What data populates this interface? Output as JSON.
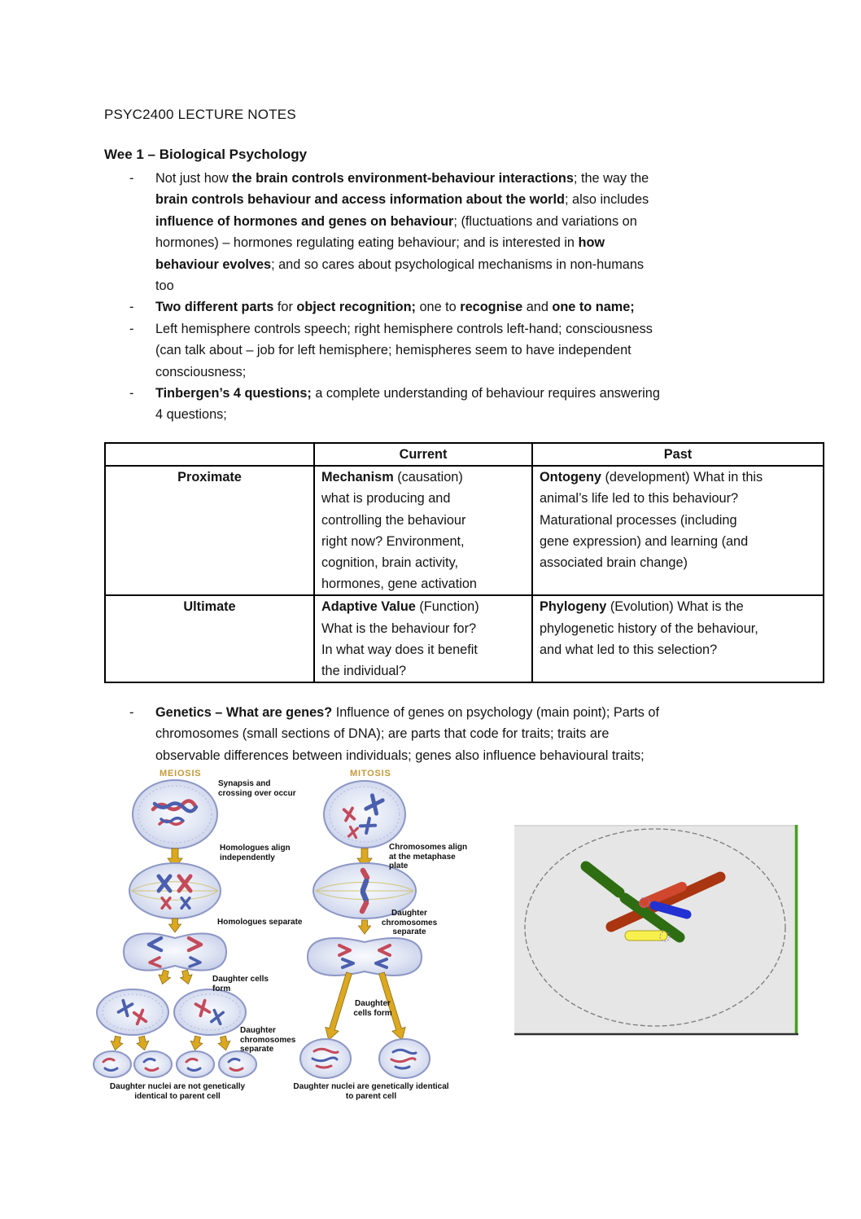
{
  "document": {
    "title": "PSYC2400 LECTURE NOTES",
    "heading": "Wee 1 – Biological Psychology"
  },
  "list_marker": "-",
  "bullets": [
    {
      "segments": [
        {
          "t": "Not just how ",
          "b": false
        },
        {
          "t": "the brain controls environment-behaviour interactions",
          "b": true
        },
        {
          "t": "; the way the",
          "b": false
        },
        {
          "br": true
        },
        {
          "t": "brain controls behaviour and access information about the world",
          "b": true
        },
        {
          "t": "; also includes",
          "b": false
        },
        {
          "br": true
        },
        {
          "t": "influence of hormones and genes on behaviour",
          "b": true
        },
        {
          "t": "; (fluctuations and variations on",
          "b": false
        },
        {
          "br": true
        },
        {
          "t": "hormones) – hormones regulating eating behaviour; and is interested in ",
          "b": false
        },
        {
          "t": "how",
          "b": true
        },
        {
          "br": true
        },
        {
          "t": "behaviour evolves",
          "b": true
        },
        {
          "t": "; and so cares about psychological mechanisms in non-humans",
          "b": false
        },
        {
          "br": true
        },
        {
          "t": "too",
          "b": false
        }
      ]
    },
    {
      "segments": [
        {
          "t": " ",
          "b": false
        },
        {
          "t": "Two different parts",
          "b": true
        },
        {
          "t": " for ",
          "b": false
        },
        {
          "t": "object recognition;",
          "b": true
        },
        {
          "t": " one to ",
          "b": false
        },
        {
          "t": "recognise",
          "b": true
        },
        {
          "t": " and ",
          "b": false
        },
        {
          "t": "one to name;",
          "b": true
        }
      ]
    },
    {
      "segments": [
        {
          "t": "Left hemisphere controls speech; right hemisphere controls left-hand; consciousness",
          "b": false
        },
        {
          "br": true
        },
        {
          "t": "(can talk about – job for left hemisphere; hemispheres seem to have independent",
          "b": false
        },
        {
          "br": true
        },
        {
          "t": "consciousness;",
          "b": false
        }
      ]
    },
    {
      "segments": [
        {
          "t": "Tinbergen’s 4 questions;",
          "b": true
        },
        {
          "t": " a complete understanding of behaviour requires answering",
          "b": false
        },
        {
          "br": true
        },
        {
          "t": "4 questions;",
          "b": false
        }
      ]
    }
  ],
  "bullet_after_table": {
    "segments": [
      {
        "t": "Genetics – What are genes?",
        "b": true
      },
      {
        "t": " Influence of genes on psychology (main point); Parts of",
        "b": false
      },
      {
        "br": true
      },
      {
        "t": "chromosomes (small sections of DNA); are parts that code for traits; traits are",
        "b": false
      },
      {
        "br": true
      },
      {
        "t": "observable differences between individuals; genes also influence behavioural traits;",
        "b": false
      }
    ]
  },
  "table": {
    "col_headers": [
      "Current",
      "Past"
    ],
    "rows": [
      {
        "label": "Proximate",
        "current": {
          "segments": [
            {
              "t": "Mechanism",
              "b": true
            },
            {
              "t": " (causation)",
              "b": false
            },
            {
              "br": true
            },
            {
              "t": "what is producing and",
              "b": false
            },
            {
              "br": true
            },
            {
              "t": "controlling the behaviour",
              "b": false
            },
            {
              "br": true
            },
            {
              "t": "right now? Environment,",
              "b": false
            },
            {
              "br": true
            },
            {
              "t": "cognition, brain activity,",
              "b": false
            },
            {
              "br": true
            },
            {
              "t": "hormones, gene activation",
              "b": false
            }
          ]
        },
        "past": {
          "segments": [
            {
              "t": "Ontogeny",
              "b": true
            },
            {
              "t": " (development) What in this",
              "b": false
            },
            {
              "br": true
            },
            {
              "t": "animal’s life led to this behaviour?",
              "b": false
            },
            {
              "br": true
            },
            {
              "t": "Maturational processes (including",
              "b": false
            },
            {
              "br": true
            },
            {
              "t": "gene expression) and learning (and",
              "b": false
            },
            {
              "br": true
            },
            {
              "t": "associated brain change)",
              "b": false
            }
          ]
        }
      },
      {
        "label": "Ultimate",
        "current": {
          "segments": [
            {
              "t": "Adaptive Value",
              "b": true
            },
            {
              "t": " (Function)",
              "b": false
            },
            {
              "br": true
            },
            {
              "t": "What is the behaviour for?",
              "b": false
            },
            {
              "br": true
            },
            {
              "t": "In what way does it benefit",
              "b": false
            },
            {
              "br": true
            },
            {
              "t": "the individual?",
              "b": false
            }
          ]
        },
        "past": {
          "segments": [
            {
              "t": "Phylogeny",
              "b": true
            },
            {
              "t": " (Evolution) What is the",
              "b": false
            },
            {
              "br": true
            },
            {
              "t": "phylogenetic history of the behaviour,",
              "b": false
            },
            {
              "br": true
            },
            {
              "t": "and what led to this selection?",
              "b": false
            }
          ]
        }
      }
    ]
  },
  "diagram": {
    "meiosis_title": "MEIOSIS",
    "mitosis_title": "MITOSIS",
    "meiosis_labels": {
      "step1": "Synapsis and crossing over occur",
      "step2": "Homologues align independently",
      "step3": "Homologues separate",
      "step4": "Daughter cells form",
      "step5": "Daughter chromosomes separate",
      "caption": "Daughter nuclei are not genetically identical to parent cell"
    },
    "mitosis_labels": {
      "step1": "Chromosomes align at the metaphase plate",
      "step2": "Daughter chromosomes separate",
      "step3": "Daughter cells form",
      "caption": "Daughter nuclei are genetically identical to parent cell"
    }
  },
  "colors": {
    "text": "#141414",
    "table_border": "#000000",
    "diagram_gold_label": "#c49a39",
    "diagram_arrow": "#dca81f",
    "diagram_cell_fill": "#cdd5ec",
    "chromosome_red": "#c44a5a",
    "chromosome_blue": "#4a5fae",
    "image_background": "#e6e6e6",
    "image_green_chromosome": "#2e6d12",
    "image_dark_red_chromosome": "#a93511",
    "image_orange_red_chromosome": "#d0472e",
    "image_blue_chromosome": "#2231d2",
    "image_yellow_chromosome": "#f8f04d",
    "image_right_border_green": "#49a01e"
  }
}
